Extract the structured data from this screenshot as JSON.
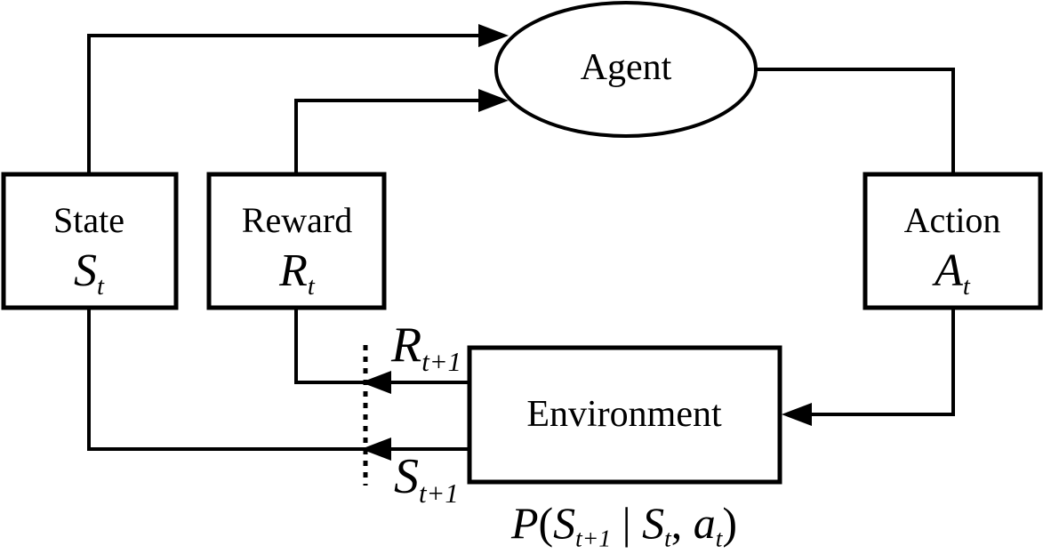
{
  "canvas": {
    "background": "#ffffff",
    "line_color": "#000000"
  },
  "nodes": {
    "agent": {
      "label": "Agent",
      "shape": "ellipse"
    },
    "state": {
      "title": "State",
      "symbol": "S",
      "subscript": "t",
      "shape": "rect"
    },
    "reward": {
      "title": "Reward",
      "symbol": "R",
      "subscript": "t",
      "shape": "rect"
    },
    "action": {
      "title": "Action",
      "symbol": "A",
      "subscript": "t",
      "shape": "rect"
    },
    "environment": {
      "label": "Environment",
      "shape": "rect"
    }
  },
  "edge_labels": {
    "next_reward": {
      "symbol": "R",
      "subscript": "t+1"
    },
    "next_state": {
      "symbol": "S",
      "subscript": "t+1"
    }
  },
  "edges": [
    {
      "from": "state",
      "to": "agent",
      "arrow": true
    },
    {
      "from": "reward",
      "to": "agent",
      "arrow": true
    },
    {
      "from": "agent",
      "to": "action",
      "arrow": false
    },
    {
      "from": "action",
      "to": "environment",
      "arrow": true
    },
    {
      "from": "environment",
      "to": "reward",
      "arrow": true,
      "label": "R t+1"
    },
    {
      "from": "environment",
      "to": "state",
      "arrow": true,
      "label": "S t+1"
    }
  ],
  "boundary": {
    "style": "dashed-vertical-line"
  },
  "formula": {
    "parts": [
      {
        "text": "P",
        "style": "italic"
      },
      {
        "text": "(",
        "style": "plain"
      },
      {
        "text": "S",
        "style": "italic"
      },
      {
        "text": "t+1",
        "style": "sub"
      },
      {
        "text": " | ",
        "style": "plain"
      },
      {
        "text": "S",
        "style": "italic"
      },
      {
        "text": "t",
        "style": "sub"
      },
      {
        "text": ", ",
        "style": "plain"
      },
      {
        "text": "a",
        "style": "italic"
      },
      {
        "text": "t",
        "style": "sub"
      },
      {
        "text": ")",
        "style": "plain"
      }
    ]
  }
}
